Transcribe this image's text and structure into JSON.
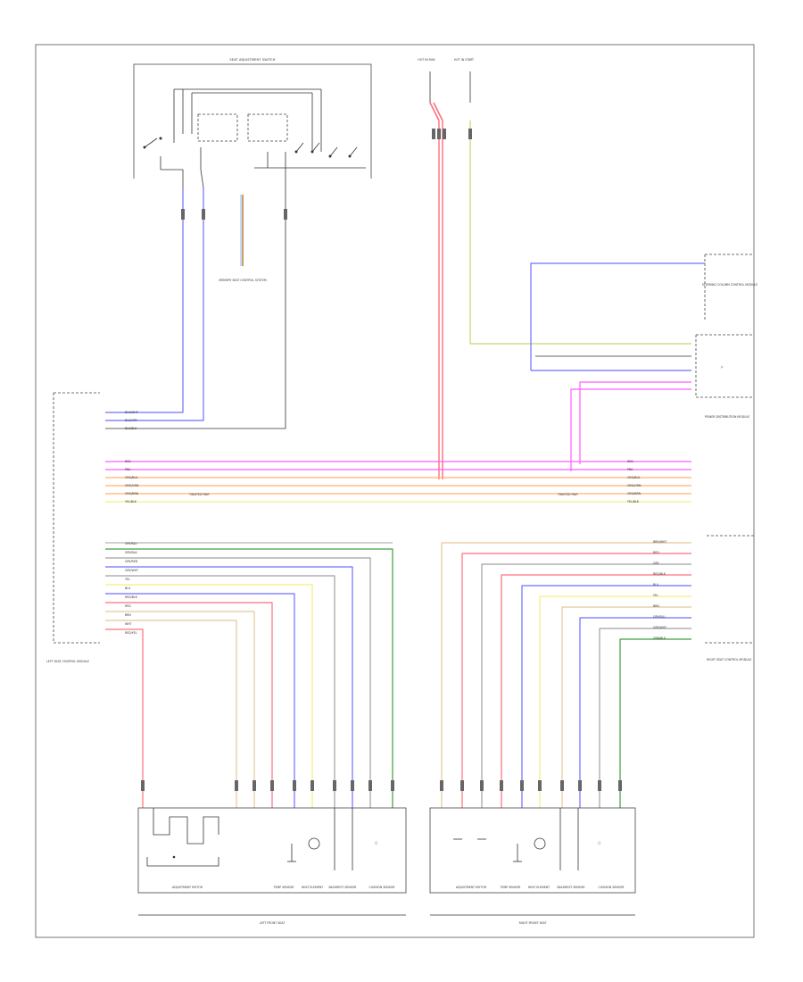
{
  "diagram": {
    "page_tag": "",
    "components": {
      "seat_switch": "SEAT ADJUSTMENT SWITCH",
      "ignition_top_a": "HOT IN RUN",
      "ignition_top_b": "HOT IN START",
      "left_module": "LEFT SEAT CONTROL MODULE",
      "right_module": "RIGHT SEAT CONTROL MODULE",
      "right_upper_module": "STEERING COLUMN CONTROL MODULE",
      "right_mid_module": "POWER DISTRIBUTION MODULE",
      "memory_note": "MEMORY SEAT CONTROL SYSTEM",
      "left_seat": "LEFT FRONT SEAT",
      "right_seat": "RIGHT FRONT SEAT",
      "seat_parts": [
        "ADJUSTMENT MOTOR",
        "TEMP SENSOR",
        "HEAT ELEMENT",
        "BACKREST SENSOR",
        "CUSHION SENSOR"
      ]
    },
    "left_module_upper_wires": [
      "BLU/WHT",
      "BLU/GRY",
      "BLU/BLK"
    ],
    "left_module_mid_wires": [
      "RED",
      "PNK",
      "ORG/BLK",
      "ORG/GRN",
      "ORG/BRN",
      "YEL/BLK"
    ],
    "left_module_lower_wires": [
      "GRY/BLU",
      "GRY/BLK",
      "GRY/RED",
      "GRY/WHT",
      "YEL",
      "BLU",
      "RED/BLK",
      "RED",
      "BRN",
      "WHT",
      "RED/YEL"
    ],
    "right_module_mid_wires": [
      "RED",
      "PNK",
      "ORG/BLK",
      "ORG/GRN",
      "ORG/BRN",
      "YEL/BLK"
    ],
    "right_module_lower_wires": [
      "BRN/WHT",
      "RED",
      "GRY",
      "RED/BLK",
      "BLU",
      "YEL",
      "BRN",
      "GRY/BLU",
      "GRY/WHT",
      "GRN/BLK"
    ],
    "twisted_pair_label": "TWISTED PAIR",
    "colors": {
      "red": "#ff6f7d",
      "pink": "#ff5cff",
      "orange": "#ffb070",
      "blue": "#6f6fff",
      "green": "#3ea03e",
      "yellowgreen": "#c8d66a",
      "yellow": "#f0f080",
      "gray": "#a0a0a0",
      "tan": "#e6c89a",
      "black": "#333333"
    }
  }
}
